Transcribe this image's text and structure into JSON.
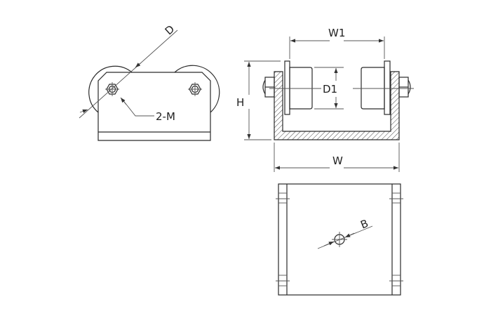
{
  "labels": {
    "D": "D",
    "M": "2-M",
    "W1": "W1",
    "D1": "D1",
    "H": "H",
    "W": "W",
    "B": "B"
  },
  "colors": {
    "line": "#2a2a2a",
    "background": "#ffffff"
  }
}
